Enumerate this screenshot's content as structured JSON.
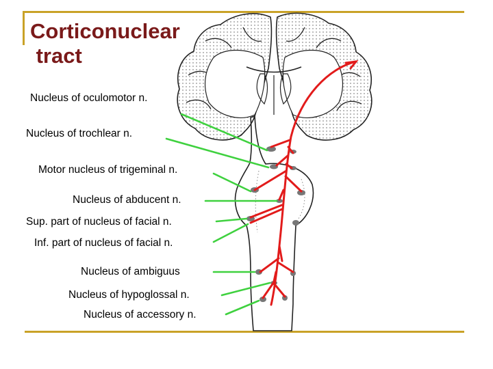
{
  "title": "Corticonuclear\n tract",
  "labels": [
    "Nucleus of oculomotor n.",
    "Nucleus of trochlear n.",
    "Motor nucleus of trigeminal n.",
    "Nucleus of abducent n.",
    "Sup. part of nucleus of facial n.",
    "Inf. part of nucleus of facial n.",
    "Nucleus of ambiguus",
    "Nucleus of hypoglossal n.",
    "Nucleus of accessory n."
  ],
  "colors": {
    "frame": "#c9a227",
    "title": "#7a1a1a",
    "tract": "#e21b1b",
    "pointer": "#3fd13f",
    "outline": "#222222"
  }
}
